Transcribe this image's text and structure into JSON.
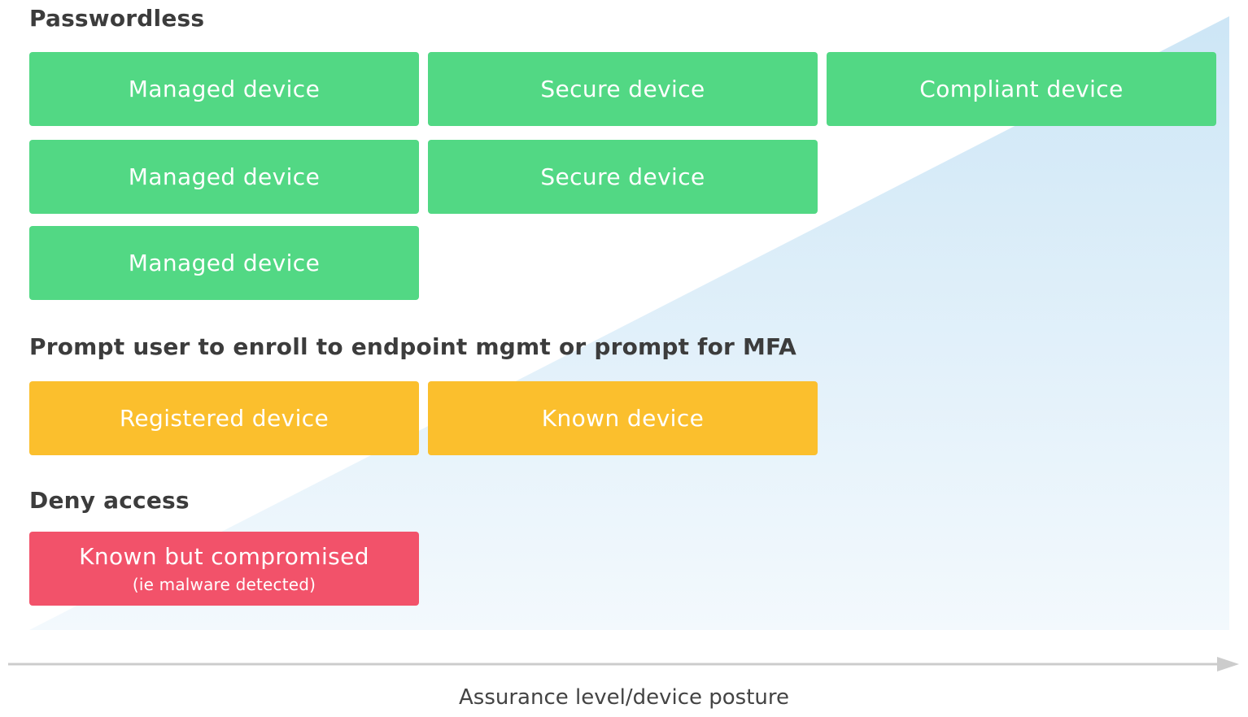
{
  "colors": {
    "passwordless": "#52d884",
    "prompt": "#fbbf2d",
    "deny": "#f2526a",
    "gradient_top": "#cde6f6",
    "gradient_bottom": "#f3f9fd",
    "axis": "#cccccc",
    "heading_text": "#3c3c3c"
  },
  "sections": {
    "passwordless": {
      "heading": "Passwordless",
      "rows": [
        [
          "Managed device",
          "Secure device",
          "Compliant device"
        ],
        [
          "Managed device",
          "Secure device"
        ],
        [
          "Managed device"
        ]
      ]
    },
    "prompt": {
      "heading": "Prompt user to enroll to endpoint mgmt or prompt for MFA",
      "rows": [
        [
          "Registered device",
          "Known device"
        ]
      ]
    },
    "deny": {
      "heading": "Deny access",
      "box": {
        "label": "Known but compromised",
        "sublabel": "(ie malware detected)"
      }
    }
  },
  "axis": {
    "label": "Assurance level/device posture"
  }
}
